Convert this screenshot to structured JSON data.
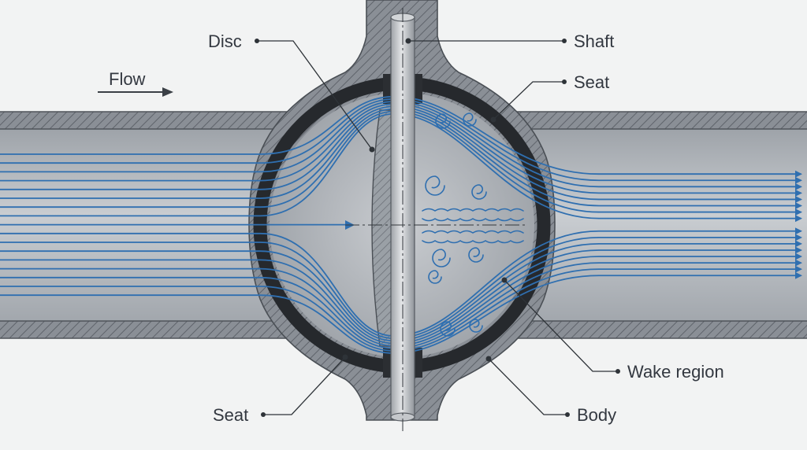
{
  "diagram": {
    "labels": {
      "flow": "Flow",
      "disc": "Disc",
      "shaft": "Shaft",
      "seat_top": "Seat",
      "seat_bottom": "Seat",
      "wake_region": "Wake region",
      "body": "Body"
    },
    "colors": {
      "background": "#f2f3f3",
      "pipe_wall": "#7b8087",
      "pipe_bore": "#aeb3b9",
      "body_fill": "#868b92",
      "seat_ring": "#26292d",
      "disc_fill": "#b4b8bd",
      "shaft_fill": "#c3c6ca",
      "streamline": "#2f6fb0",
      "leader": "#2e3338",
      "text": "#333840"
    },
    "icons": [
      "flow-arrow-icon",
      "streamline-arrow-icon",
      "eddy-icon"
    ]
  }
}
